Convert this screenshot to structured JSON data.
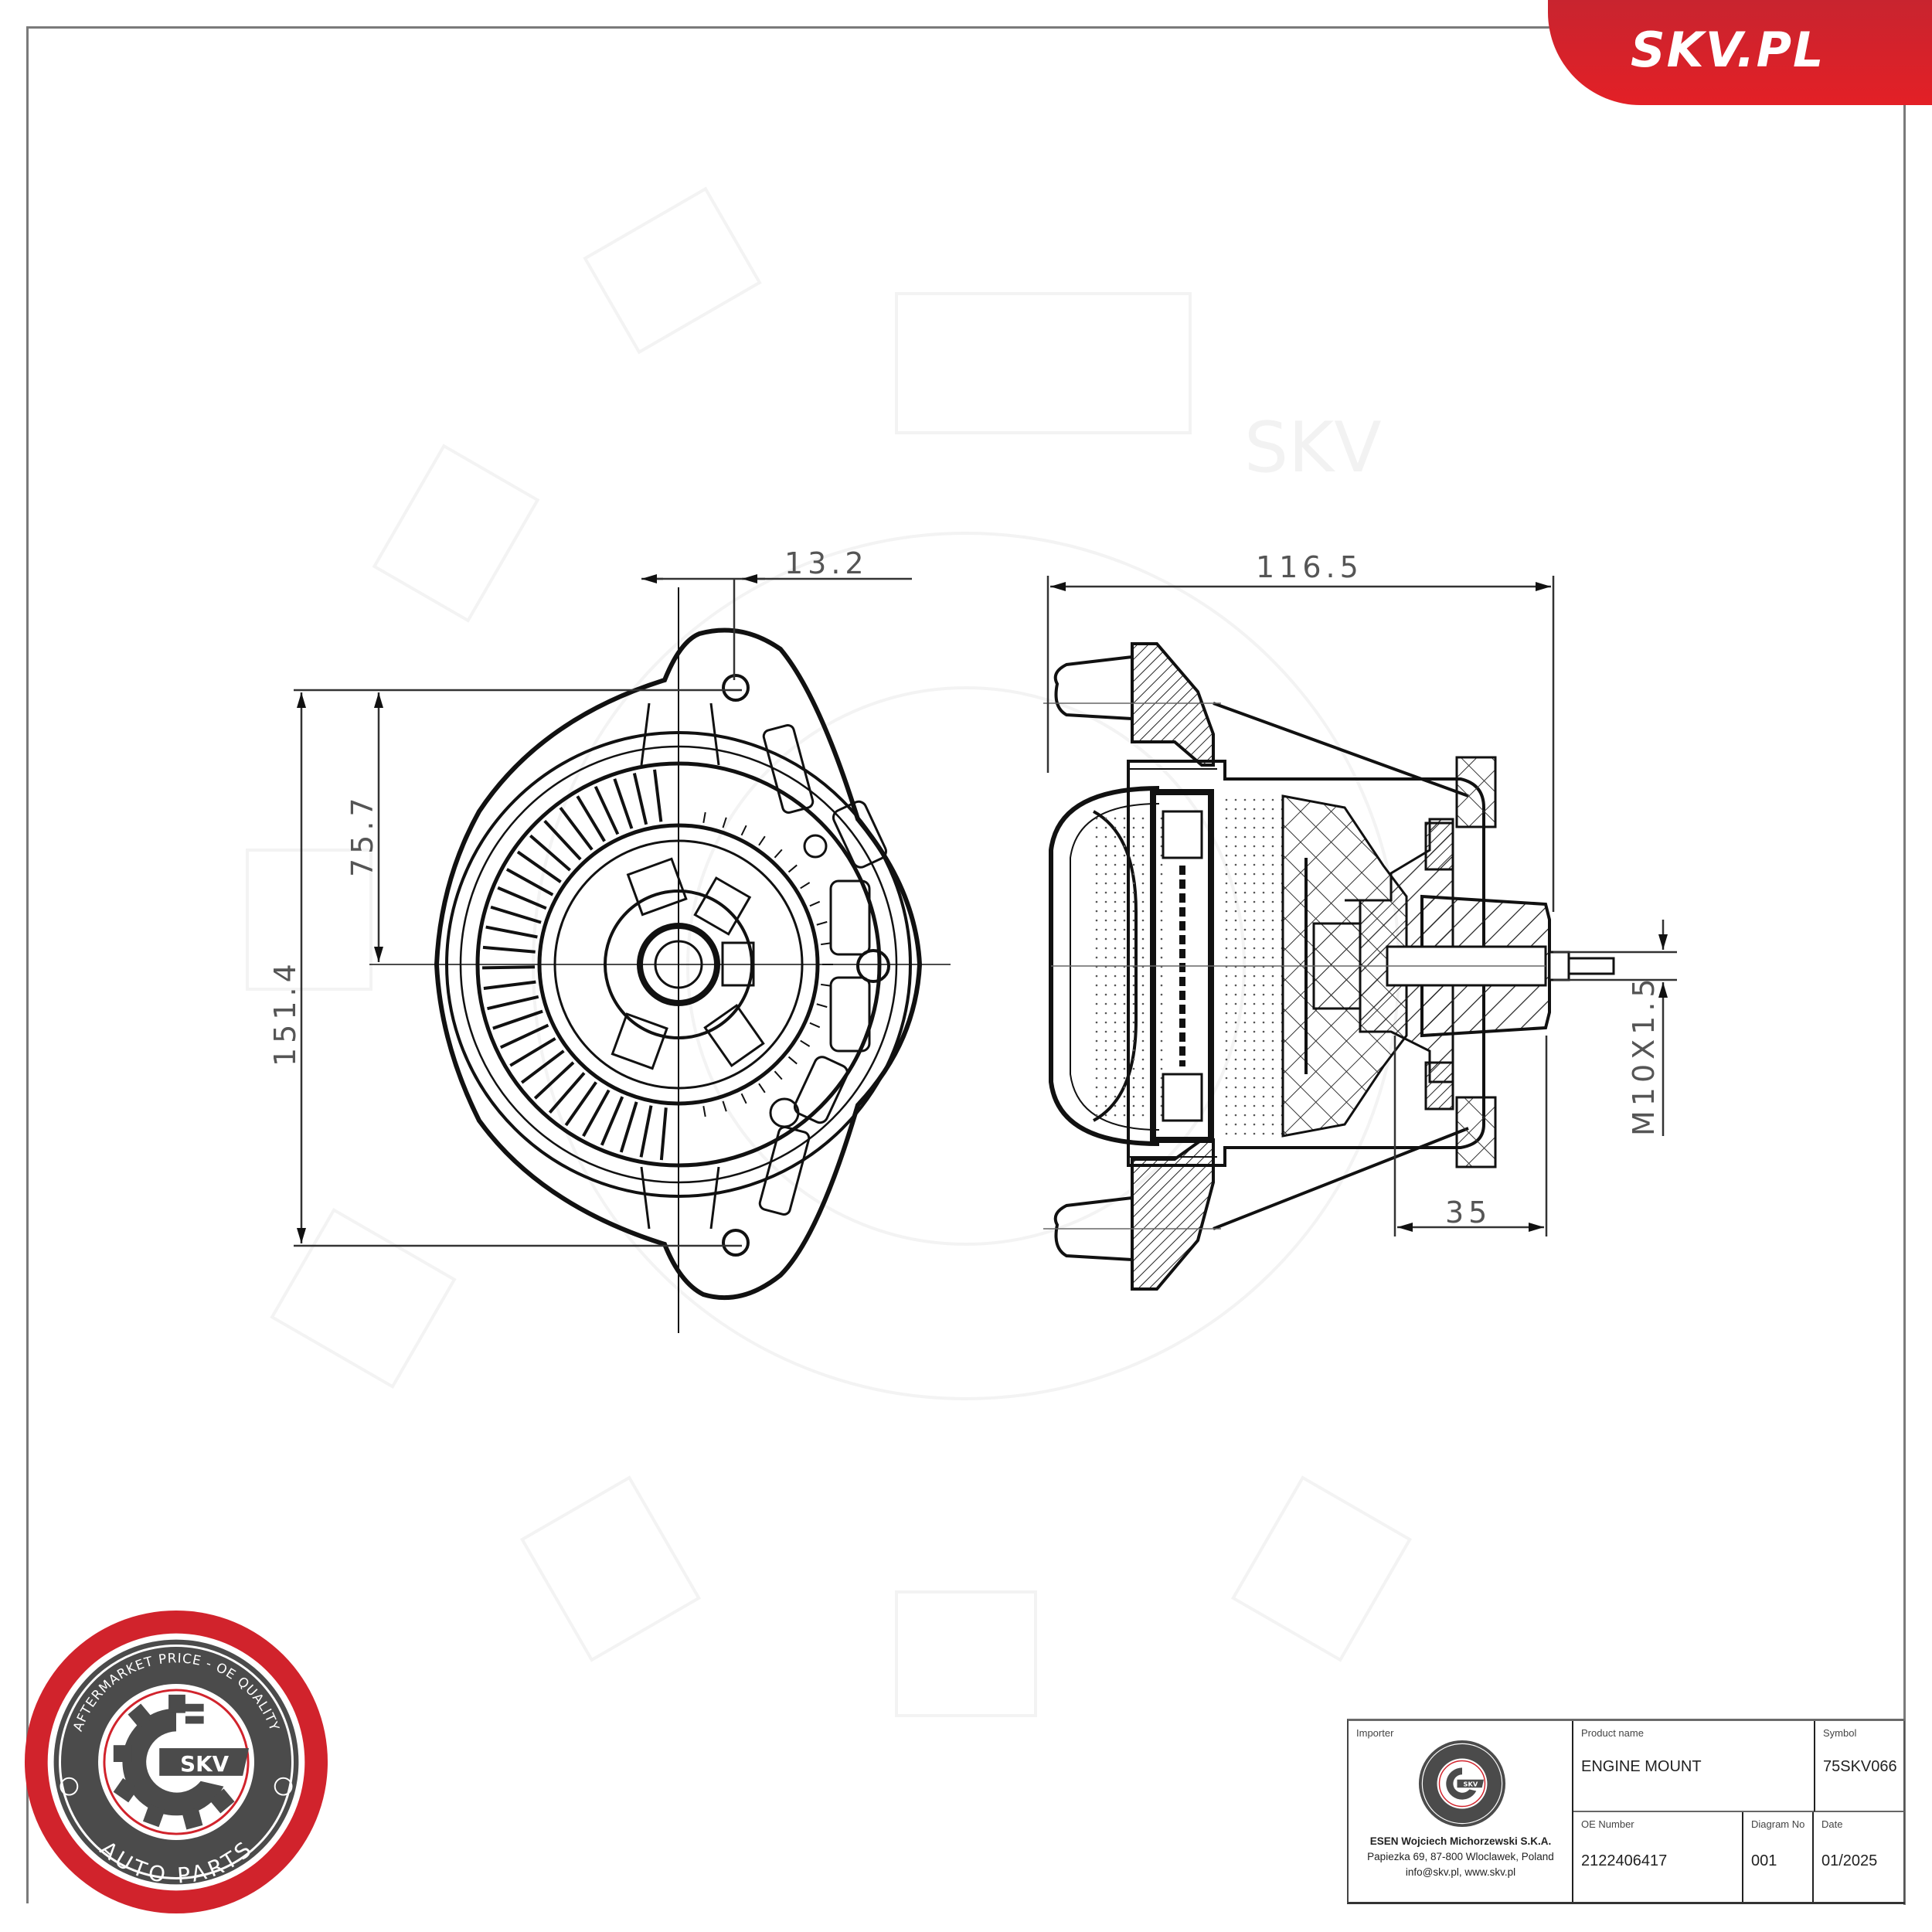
{
  "brand": {
    "site_label": "SKV.PL",
    "primary_color": "#e32026",
    "dark_color": "#4a4a4a"
  },
  "seal": {
    "top_text": "AFTERMARKET PRICE - OE QUALITY",
    "center_text": "SKV",
    "bottom_text": "AUTO PARTS"
  },
  "watermark": {
    "text": "SKV"
  },
  "drawing": {
    "front_view": {
      "dimensions": {
        "offset_top": "13.2",
        "half_height": "75.7",
        "total_height": "151.4"
      }
    },
    "section_view": {
      "dimensions": {
        "total_width": "116.5",
        "stud_length": "35",
        "thread": "M10X1.5"
      }
    }
  },
  "title_block": {
    "importer": {
      "label": "Importer",
      "company": "ESEN Wojciech Michorzewski S.K.A.",
      "address": "Papiezka 69, 87-800 Wloclawek, Poland",
      "contact": "info@skv.pl, www.skv.pl"
    },
    "product_name": {
      "label": "Product name",
      "value": "ENGINE MOUNT"
    },
    "symbol": {
      "label": "Symbol",
      "value": "75SKV066"
    },
    "oe_number": {
      "label": "OE Number",
      "value": "2122406417"
    },
    "diagram_no": {
      "label": "Diagram No",
      "value": "001"
    },
    "date": {
      "label": "Date",
      "value": "01/2025"
    }
  }
}
